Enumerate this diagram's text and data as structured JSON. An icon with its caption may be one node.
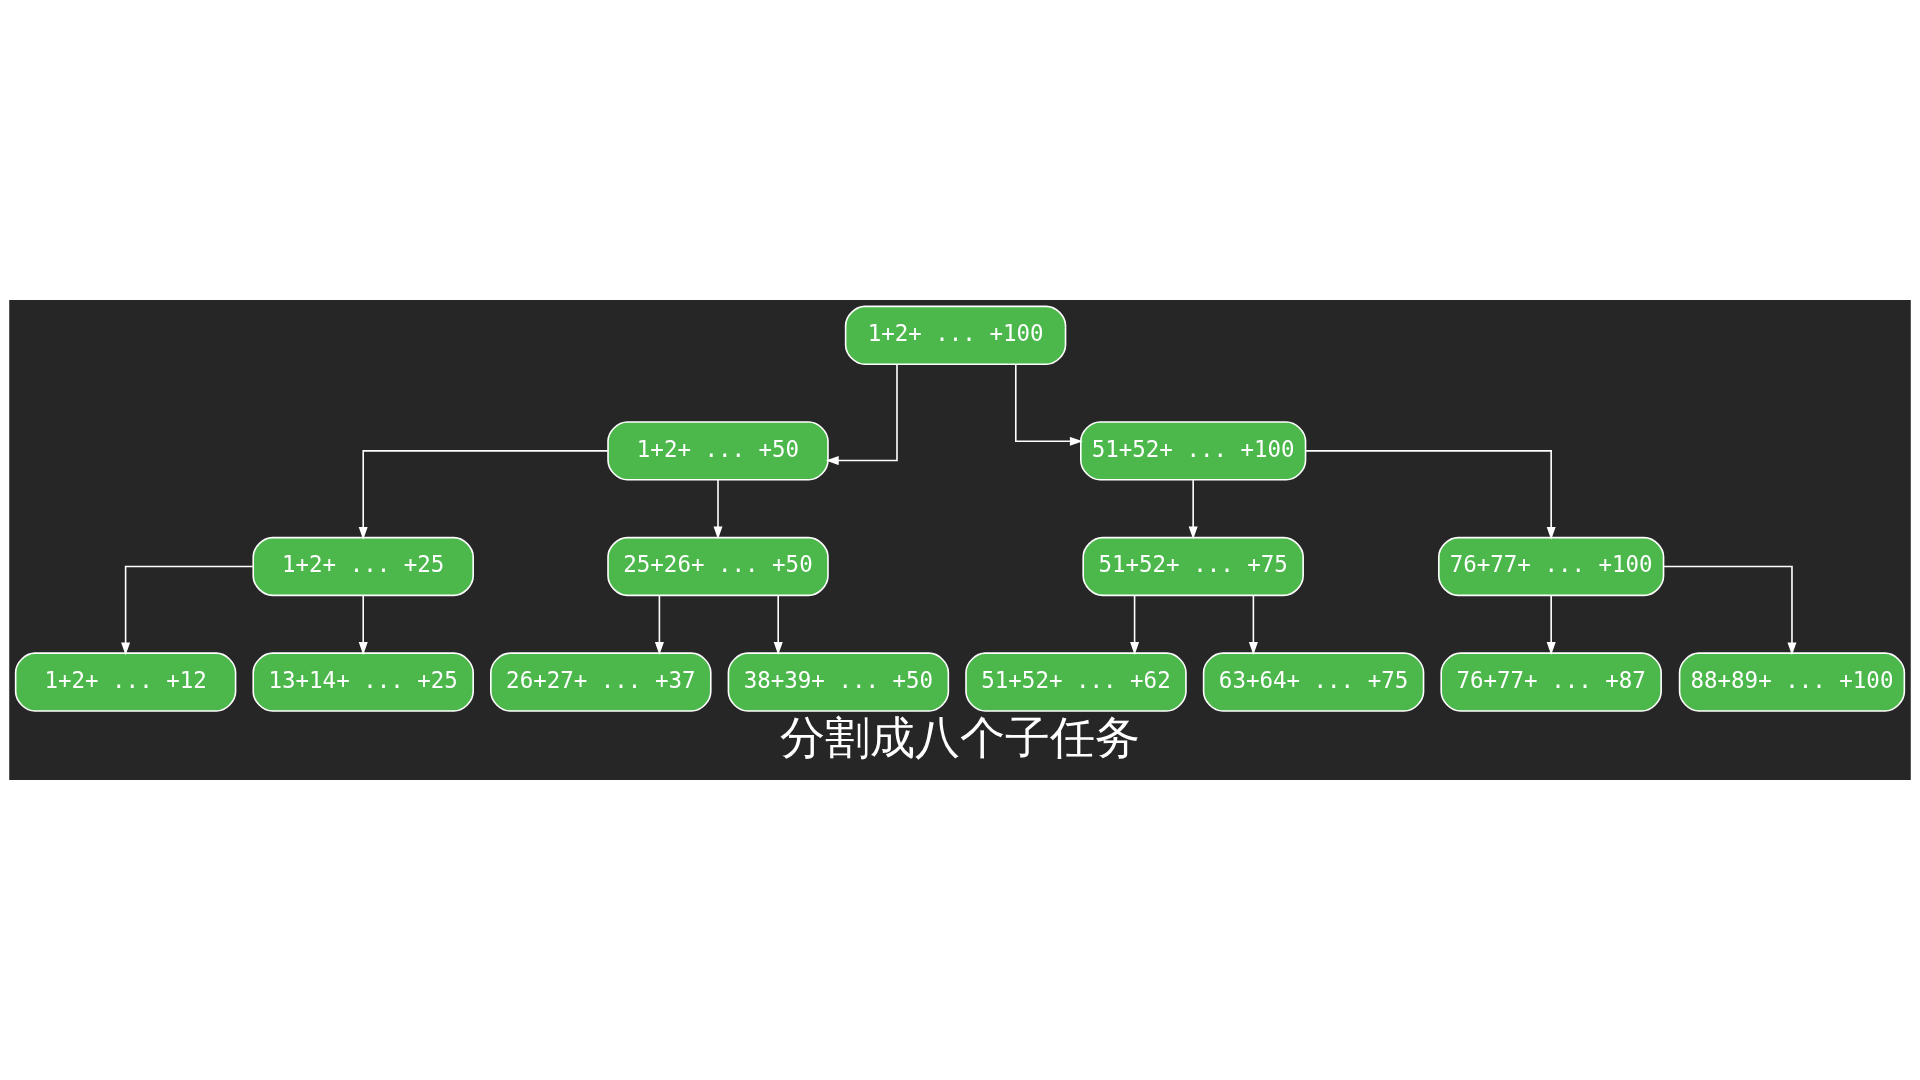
{
  "diagram": {
    "caption": "分割成八个子任务",
    "nodes": [
      {
        "text": [
          "1+2+ ... +100"
        ]
      },
      {
        "text": [
          "1+2+ ... +50"
        ]
      },
      {
        "text": [
          "51+52+ ... +100"
        ]
      },
      {
        "text": [
          "1+2+ ... +25"
        ]
      },
      {
        "text": [
          "25+26+ ... +50"
        ]
      },
      {
        "text": [
          "51+52+ ... +75"
        ]
      },
      {
        "text": [
          "76+77+ ... +100"
        ]
      },
      {
        "text": [
          "1+2+ ... +12"
        ]
      },
      {
        "text": [
          "13+14+ ... +25"
        ]
      },
      {
        "text": [
          "26+27+ ... +37"
        ]
      },
      {
        "text": [
          "38+39+ ... +50"
        ]
      },
      {
        "text": [
          "51+52+ ... +62"
        ]
      },
      {
        "text": [
          "63+64+ ... +75"
        ]
      },
      {
        "text": [
          "76+77+ ... +87"
        ]
      },
      {
        "text": [
          "88+89+ ... +100"
        ]
      }
    ],
    "edges": [
      {
        "from": 0,
        "to": 1,
        "arrow": "to"
      },
      {
        "from": 0,
        "to": 2,
        "arrow": "to"
      },
      {
        "from": 1,
        "to": 3,
        "arrow": "to"
      },
      {
        "from": 1,
        "to": 4,
        "arrow": "to"
      },
      {
        "from": 2,
        "to": 5,
        "arrow": "to"
      },
      {
        "from": 2,
        "to": 6,
        "arrow": "to"
      },
      {
        "from": 3,
        "to": 7,
        "arrow": "to"
      },
      {
        "from": 3,
        "to": 8,
        "arrow": "to"
      },
      {
        "from": 4,
        "to": 9,
        "arrow": "to"
      },
      {
        "from": 4,
        "to": 10,
        "arrow": "to"
      },
      {
        "from": 5,
        "to": 11,
        "arrow": "to"
      },
      {
        "from": 5,
        "to": 12,
        "arrow": "to"
      },
      {
        "from": 6,
        "to": 13,
        "arrow": "to"
      },
      {
        "from": 6,
        "to": 14,
        "arrow": "to"
      }
    ]
  }
}
